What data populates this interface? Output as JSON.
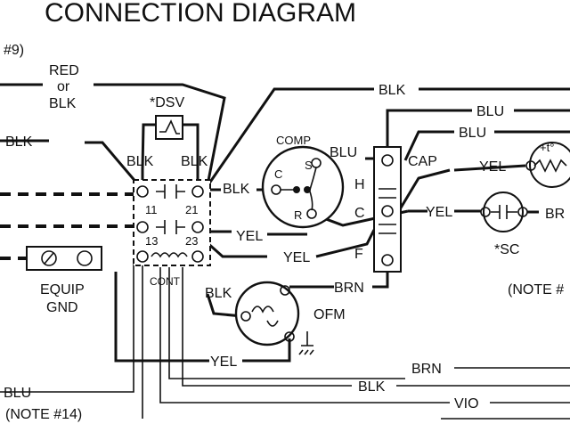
{
  "title": "CONNECTION DIAGRAM",
  "labels": {
    "note9": "#9)",
    "red_or_blk_1": "RED",
    "red_or_blk_2": "or",
    "red_or_blk_3": "BLK",
    "blk_left": "BLK",
    "dsv": "*DSV",
    "blk_dsv_left": "BLK",
    "blk_dsv_right": "BLK",
    "blk_top": "BLK",
    "blu_top1": "BLU",
    "blu_top2": "BLU",
    "comp": "COMP",
    "comp_c": "C",
    "comp_s": "S",
    "comp_r": "R",
    "blu_comp": "BLU",
    "cap": "CAP",
    "cap_h": "H",
    "cap_c": "C",
    "cap_f": "F",
    "yel_right1": "YEL",
    "yel_right2": "YEL",
    "thermistor": "+t°",
    "sc": "*SC",
    "br_right": "BR",
    "note_right": "(NOTE #",
    "blk_cont": "BLK",
    "yel_cont1": "YEL",
    "yel_cont2": "YEL",
    "t11": "11",
    "t21": "21",
    "t13": "13",
    "t23": "23",
    "cont": "CONT",
    "equip_gnd_1": "EQUIP",
    "equip_gnd_2": "GND",
    "blk_ofm": "BLK",
    "brn_ofm": "BRN",
    "ofm": "OFM",
    "yel_bottom": "YEL",
    "brn_bottom": "BRN",
    "blk_bottom": "BLK",
    "vio_bottom": "VIO",
    "blu_bottom": "BLU",
    "note14": "(NOTE #14)"
  }
}
